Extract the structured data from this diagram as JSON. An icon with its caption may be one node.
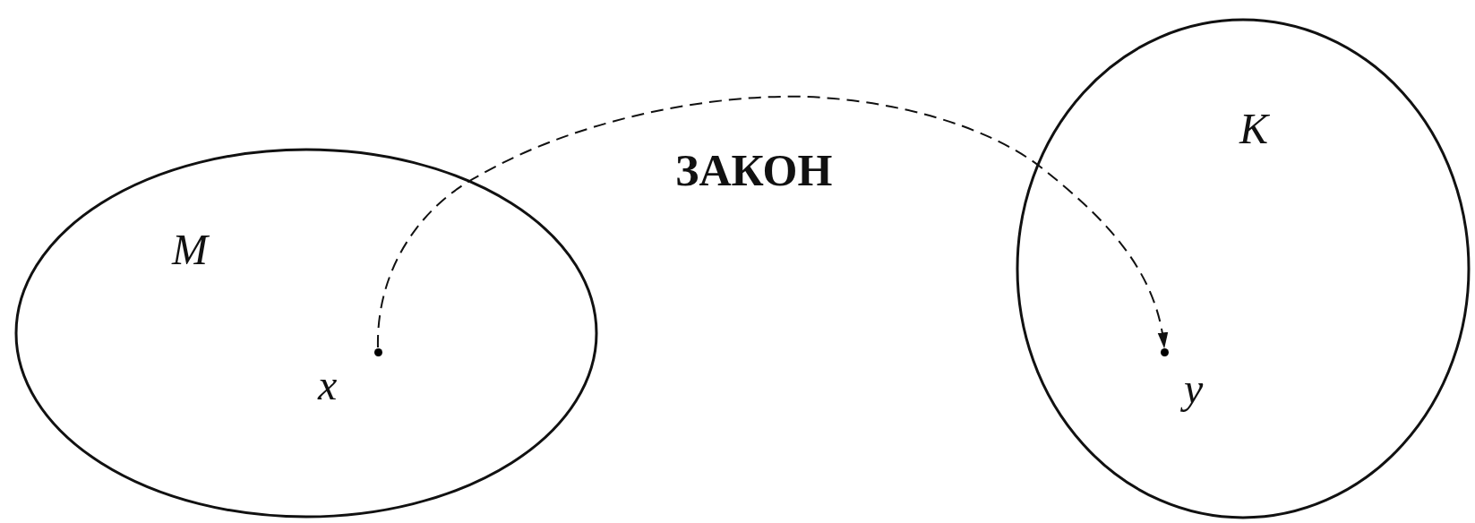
{
  "diagram": {
    "nodes": [
      {
        "text": [
          "M"
        ]
      },
      {
        "text": [
          "x"
        ],
        "in": 0
      },
      {
        "text": [
          "K"
        ]
      },
      {
        "text": [
          "y"
        ],
        "in": 2
      }
    ],
    "edges": [
      {
        "from": 1,
        "to": 3,
        "arrow": "to",
        "style": "dashed",
        "label": "ЗАКОН"
      }
    ]
  }
}
